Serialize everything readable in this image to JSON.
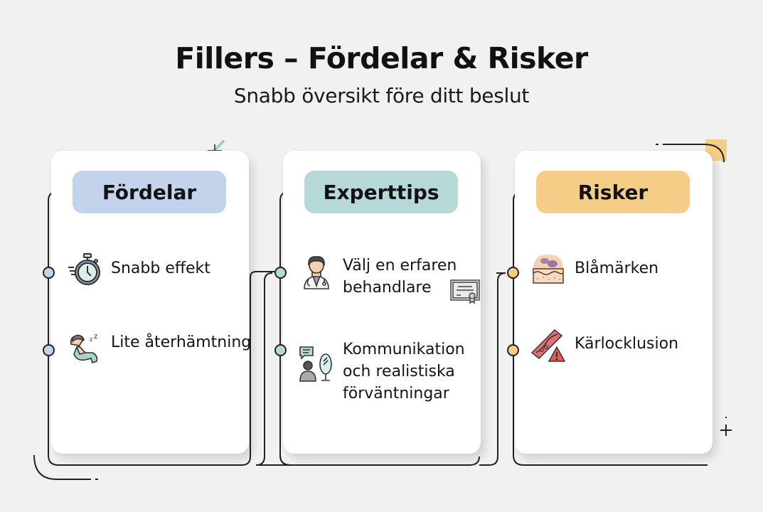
{
  "header": {
    "title": "Fillers – Fördelar & Risker",
    "subtitle": "Snabb översikt före ditt beslut"
  },
  "columns": [
    {
      "heading": "Fördelar",
      "color": "#c3d3ec",
      "items": [
        {
          "icon": "stopwatch-icon",
          "label": "Snabb effekt"
        },
        {
          "icon": "relaxing-person-icon",
          "label": "Lite återhämtning"
        }
      ]
    },
    {
      "heading": "Experttips",
      "color": "#b6d8d7",
      "items": [
        {
          "icon": "doctor-icon",
          "label": "Välj en erfaren behandlare",
          "extra_icon": "certificate-icon"
        },
        {
          "icon": "person-mirror-chat-icon",
          "label": "Kommunikation och realistiska förväntningar"
        }
      ]
    },
    {
      "heading": "Risker",
      "color": "#f6cd87",
      "items": [
        {
          "icon": "bruised-skin-icon",
          "label": "Blåmärken"
        },
        {
          "icon": "blood-vessel-warning-icon",
          "label": "Kärlocklusion"
        }
      ]
    }
  ],
  "colors": {
    "background": "#f1f1f1",
    "card": "#ffffff",
    "benefits": "#c3d3ec",
    "tips": "#b6d8d7",
    "risks": "#f6cd87",
    "line": "#222222"
  }
}
